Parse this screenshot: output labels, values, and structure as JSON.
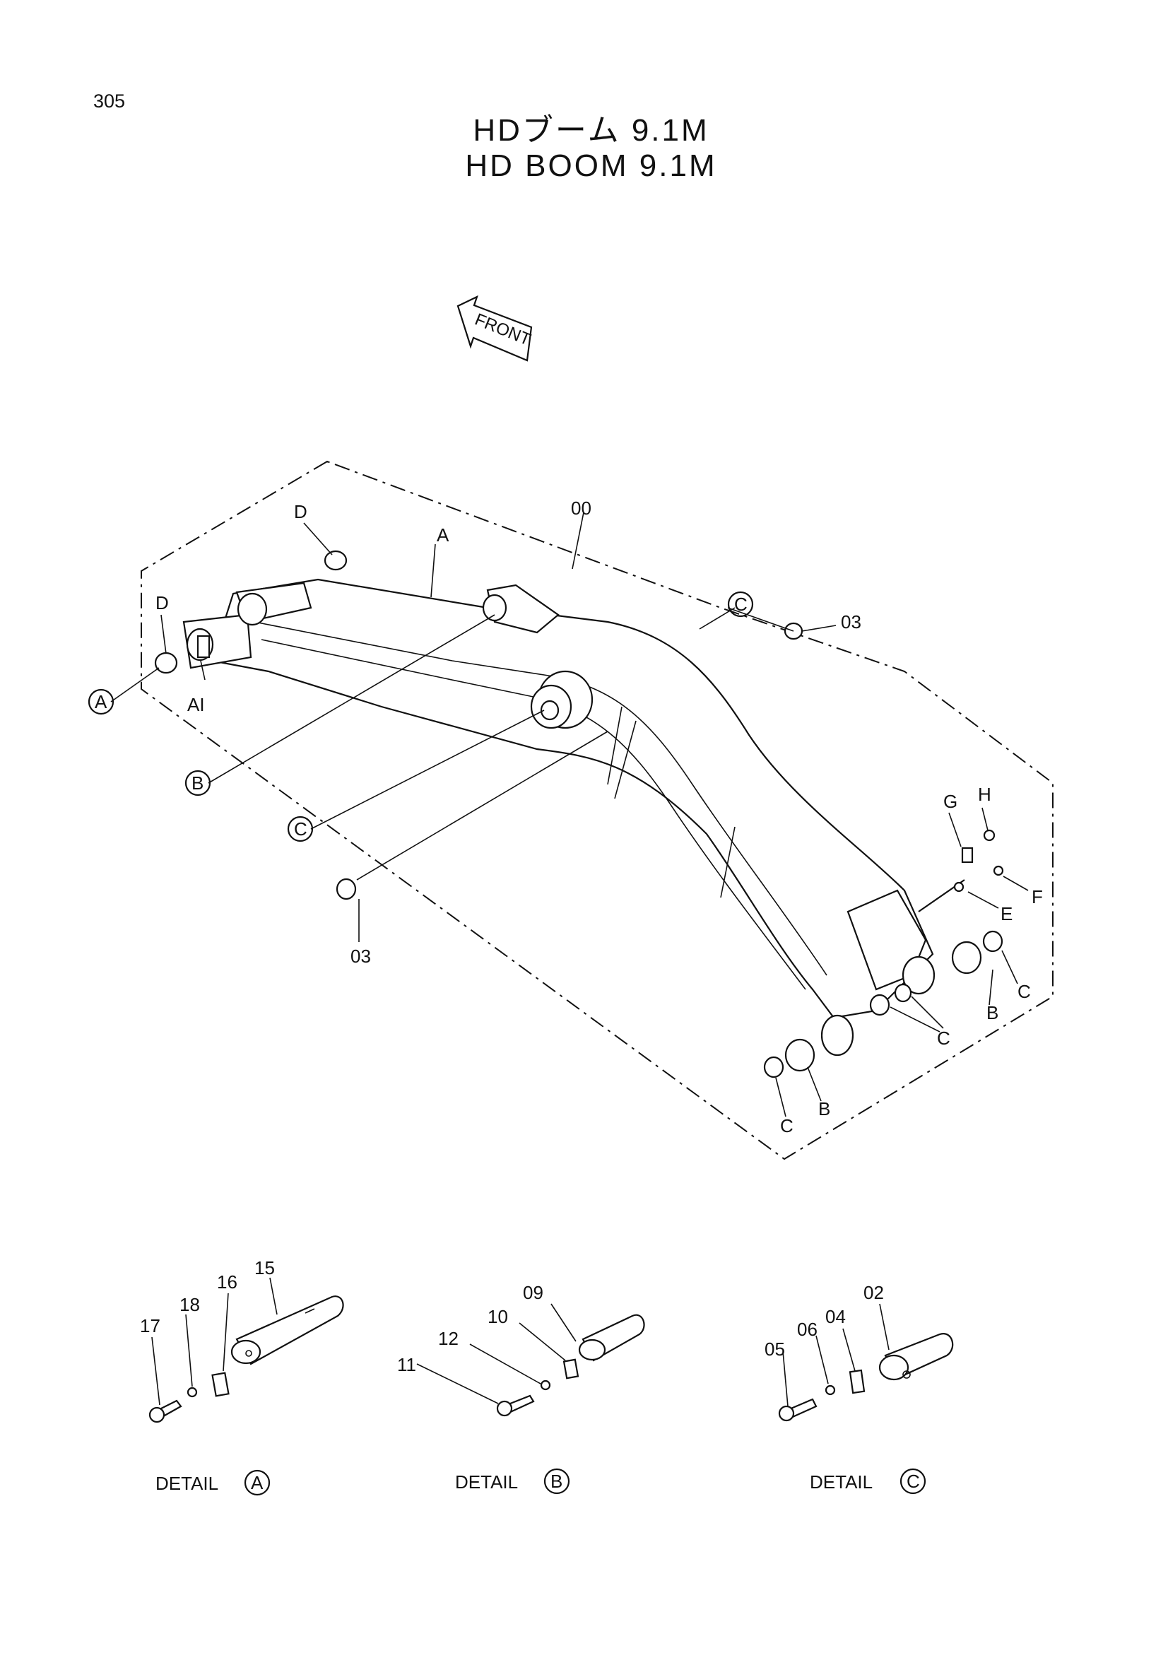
{
  "page_number": "305",
  "title_jp": "HDブーム 9.1M",
  "title_en": "HD BOOM 9.1M",
  "front_arrow": "FRONT",
  "callouts": {
    "A": "A",
    "B": "B",
    "C": "C",
    "D": "D",
    "E": "E",
    "F": "F",
    "G": "G",
    "H": "H",
    "A1": "AI",
    "p00": "00",
    "p03": "03"
  },
  "details": [
    {
      "label": "DETAIL",
      "ref": "A",
      "parts": [
        "15",
        "16",
        "17",
        "18"
      ]
    },
    {
      "label": "DETAIL",
      "ref": "B",
      "parts": [
        "09",
        "10",
        "11",
        "12"
      ]
    },
    {
      "label": "DETAIL",
      "ref": "C",
      "parts": [
        "02",
        "04",
        "05",
        "06"
      ]
    }
  ]
}
